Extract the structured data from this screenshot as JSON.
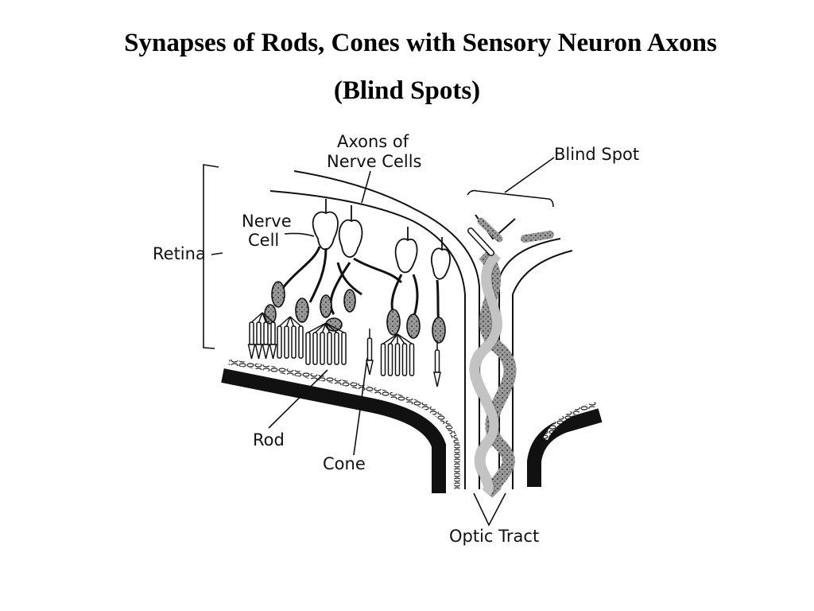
{
  "slide": {
    "title_line1": "Synapses of Rods, Cones with Sensory Neuron Axons",
    "title_line2": "(Blind Spots)"
  },
  "diagram": {
    "labels": {
      "axons_line1": "Axons of",
      "axons_line2": "Nerve Cells",
      "blind_spot": "Blind Spot",
      "nerve_line1": "Nerve",
      "nerve_line2": "Cell",
      "retina": "Retina",
      "rod": "Rod",
      "cone": "Cone",
      "optic_tract": "Optic Tract"
    },
    "colors": {
      "ink": "#111111",
      "shaded": "#8a8a8a",
      "background": "#ffffff"
    }
  }
}
